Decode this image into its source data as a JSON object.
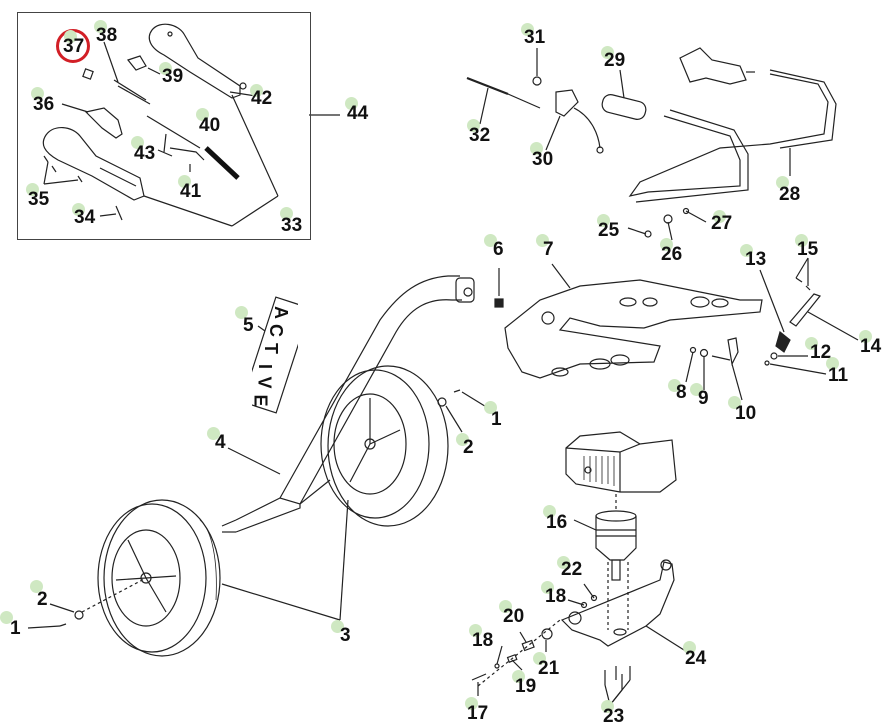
{
  "diagram": {
    "title": "Exploded parts diagram",
    "highlighted_part": "37",
    "highlight_color": "#d21f26",
    "marker_color": "#cfe8c2",
    "brand_text": "ACTIVE",
    "brand_letters": [
      "A",
      "C",
      "T",
      "I",
      "V",
      "E"
    ],
    "labels": {
      "p1a": "1",
      "p1b": "1",
      "p2a": "2",
      "p2b": "2",
      "p3": "3",
      "p4": "4",
      "p5": "5",
      "p6": "6",
      "p7": "7",
      "p8": "8",
      "p9": "9",
      "p10": "10",
      "p11": "11",
      "p12": "12",
      "p13": "13",
      "p14": "14",
      "p15": "15",
      "p16": "16",
      "p17": "17",
      "p18a": "18",
      "p18b": "18",
      "p19": "19",
      "p20": "20",
      "p21": "21",
      "p22": "22",
      "p23": "23",
      "p24": "24",
      "p25": "25",
      "p26": "26",
      "p27": "27",
      "p28": "28",
      "p29": "29",
      "p30": "30",
      "p31": "31",
      "p32": "32",
      "p33": "33",
      "p34": "34",
      "p35": "35",
      "p36": "36",
      "p37": "37",
      "p38": "38",
      "p39": "39",
      "p40": "40",
      "p41": "41",
      "p42": "42",
      "p43": "43",
      "p44": "44"
    }
  }
}
